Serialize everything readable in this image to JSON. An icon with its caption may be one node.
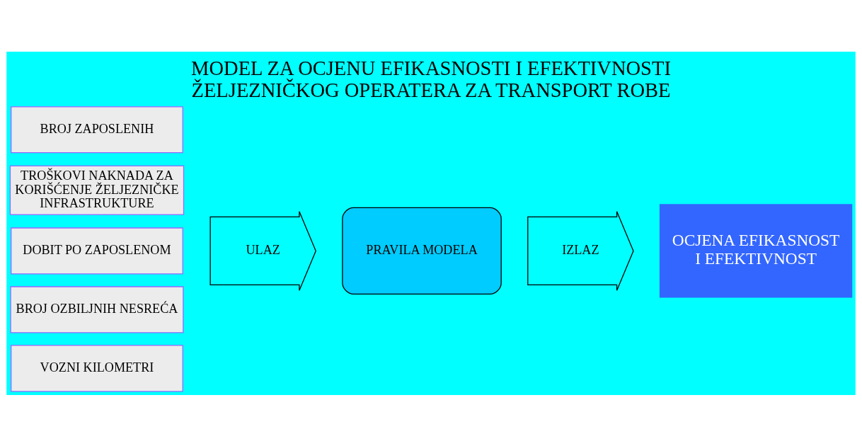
{
  "diagram": {
    "title": "MODEL ZA OCJENU EFIKASNOSTI I EFEKTIVNOSTI ŽELJEZNIČKOG OPERATERA ZA TRANSPORT ROBE",
    "nodes": [
      {
        "text": [
          "BROJ ZAPOSLENIH"
        ]
      },
      {
        "text": [
          "TROŠKOVI NAKNADA ZA KORIŠĆENJE ŽELJEZNIČKE INFRASTRUKTURE"
        ]
      },
      {
        "text": [
          "DOBIT PO ZAPOSLENOM"
        ]
      },
      {
        "text": [
          "BROJ OZBILJNIH NESREĆA"
        ]
      },
      {
        "text": [
          "VOZNI KILOMETRI"
        ]
      },
      {
        "text": [
          "ULAZ"
        ]
      },
      {
        "text": [
          "PRAVILA MODELA"
        ]
      },
      {
        "text": [
          "IZLAZ"
        ]
      },
      {
        "text": [
          "OCJENA EFIKASNOST I EFEKTIVNOST"
        ]
      }
    ]
  }
}
